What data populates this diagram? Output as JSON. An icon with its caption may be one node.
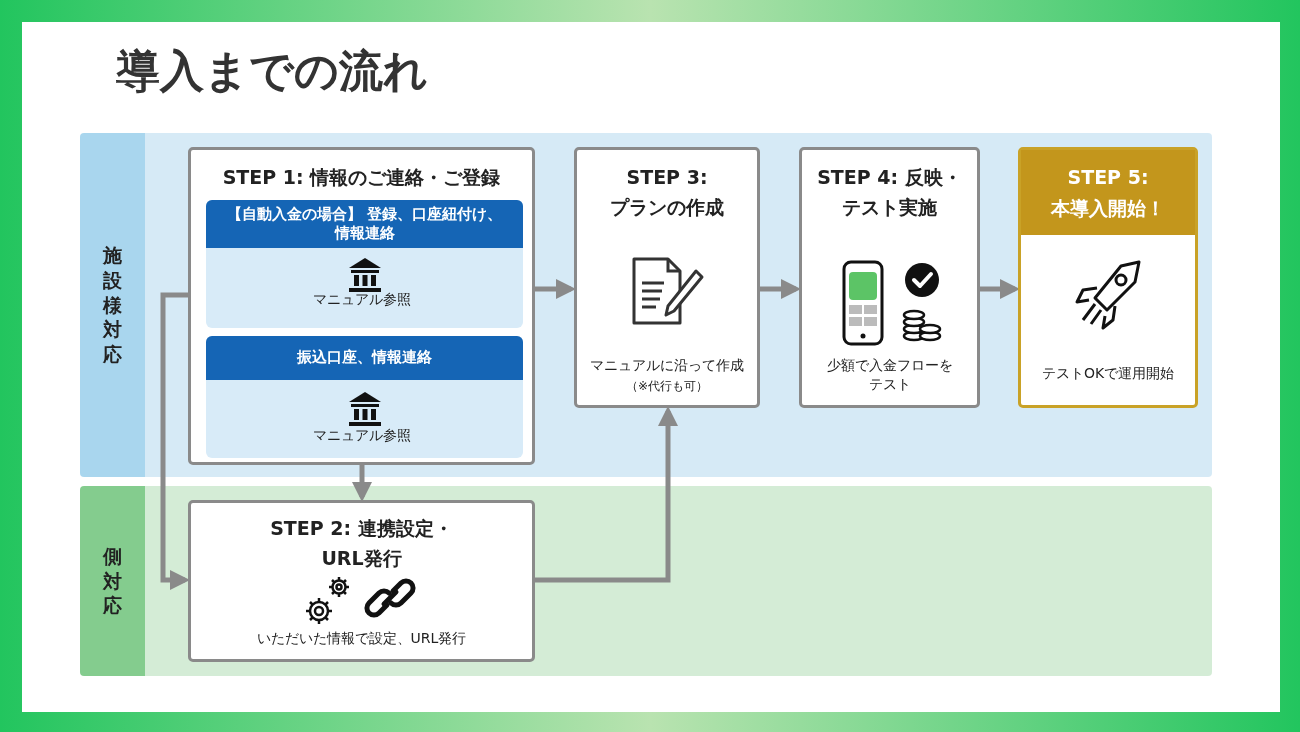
{
  "diagram": {
    "title": "導入までの流れ",
    "nodes": [
      {
        "text": [
          "施設様対応"
        ]
      },
      {
        "text": [
          "側対応"
        ]
      },
      {
        "text": [
          "STEP 1: 情報のご連絡・ご登録"
        ],
        "in": 0
      },
      {
        "text": [
          "【自動入金の場合】 登録、口座紐付け、情報連絡",
          "マニュアル参照"
        ],
        "in": 2
      },
      {
        "text": [
          "振込口座、情報連絡",
          "マニュアル参照"
        ],
        "in": 2
      },
      {
        "text": [
          "STEP 3: プランの作成",
          "マニュアルに沿って作成",
          "（※代行も可）"
        ],
        "in": 0
      },
      {
        "text": [
          "STEP 4: 反映・テスト実施",
          "少額で入金フローをテスト"
        ],
        "in": 0
      },
      {
        "text": [
          "STEP 5: 本導入開始！",
          "テストOKで運用開始"
        ],
        "in": 0
      },
      {
        "text": [
          "STEP 2: 連携設定・URL発行",
          "いただいた情報で設定、URL発行"
        ],
        "in": 1
      }
    ],
    "edges": [
      {
        "from": 2,
        "to": 5,
        "arrow": "to"
      },
      {
        "from": 5,
        "to": 6,
        "arrow": "to"
      },
      {
        "from": 6,
        "to": 7,
        "arrow": "to"
      },
      {
        "from": 2,
        "to": 8,
        "arrow": "to"
      },
      {
        "from": 2,
        "to": 8,
        "arrow": "to"
      },
      {
        "from": 8,
        "to": 5,
        "arrow": "to"
      }
    ]
  }
}
